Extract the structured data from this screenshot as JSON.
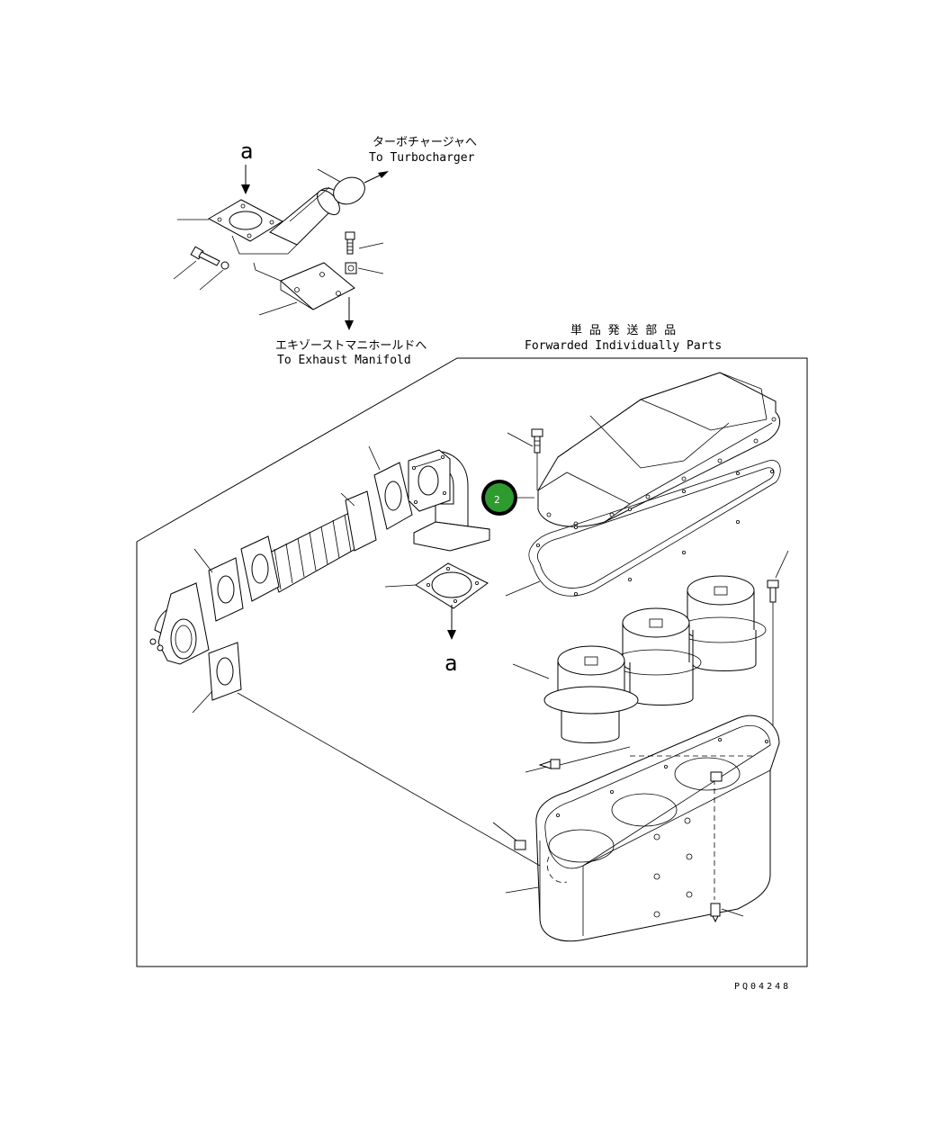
{
  "labels": {
    "to_turbo_jp": "ターボチャージャへ",
    "to_turbo_en": "To Turbocharger",
    "to_exhaust_jp": "エキゾーストマニホールドへ",
    "to_exhaust_en": "To Exhaust Manifold",
    "forwarded_jp": "単 品 発 送 部 品",
    "forwarded_en": "Forwarded Individually Parts",
    "ref_a_top": "a",
    "ref_a_bottom": "a",
    "drawing_code": "PQ04248"
  },
  "callout": {
    "number": "2",
    "color": "#2e9b2e",
    "ring_color": "#000000"
  }
}
